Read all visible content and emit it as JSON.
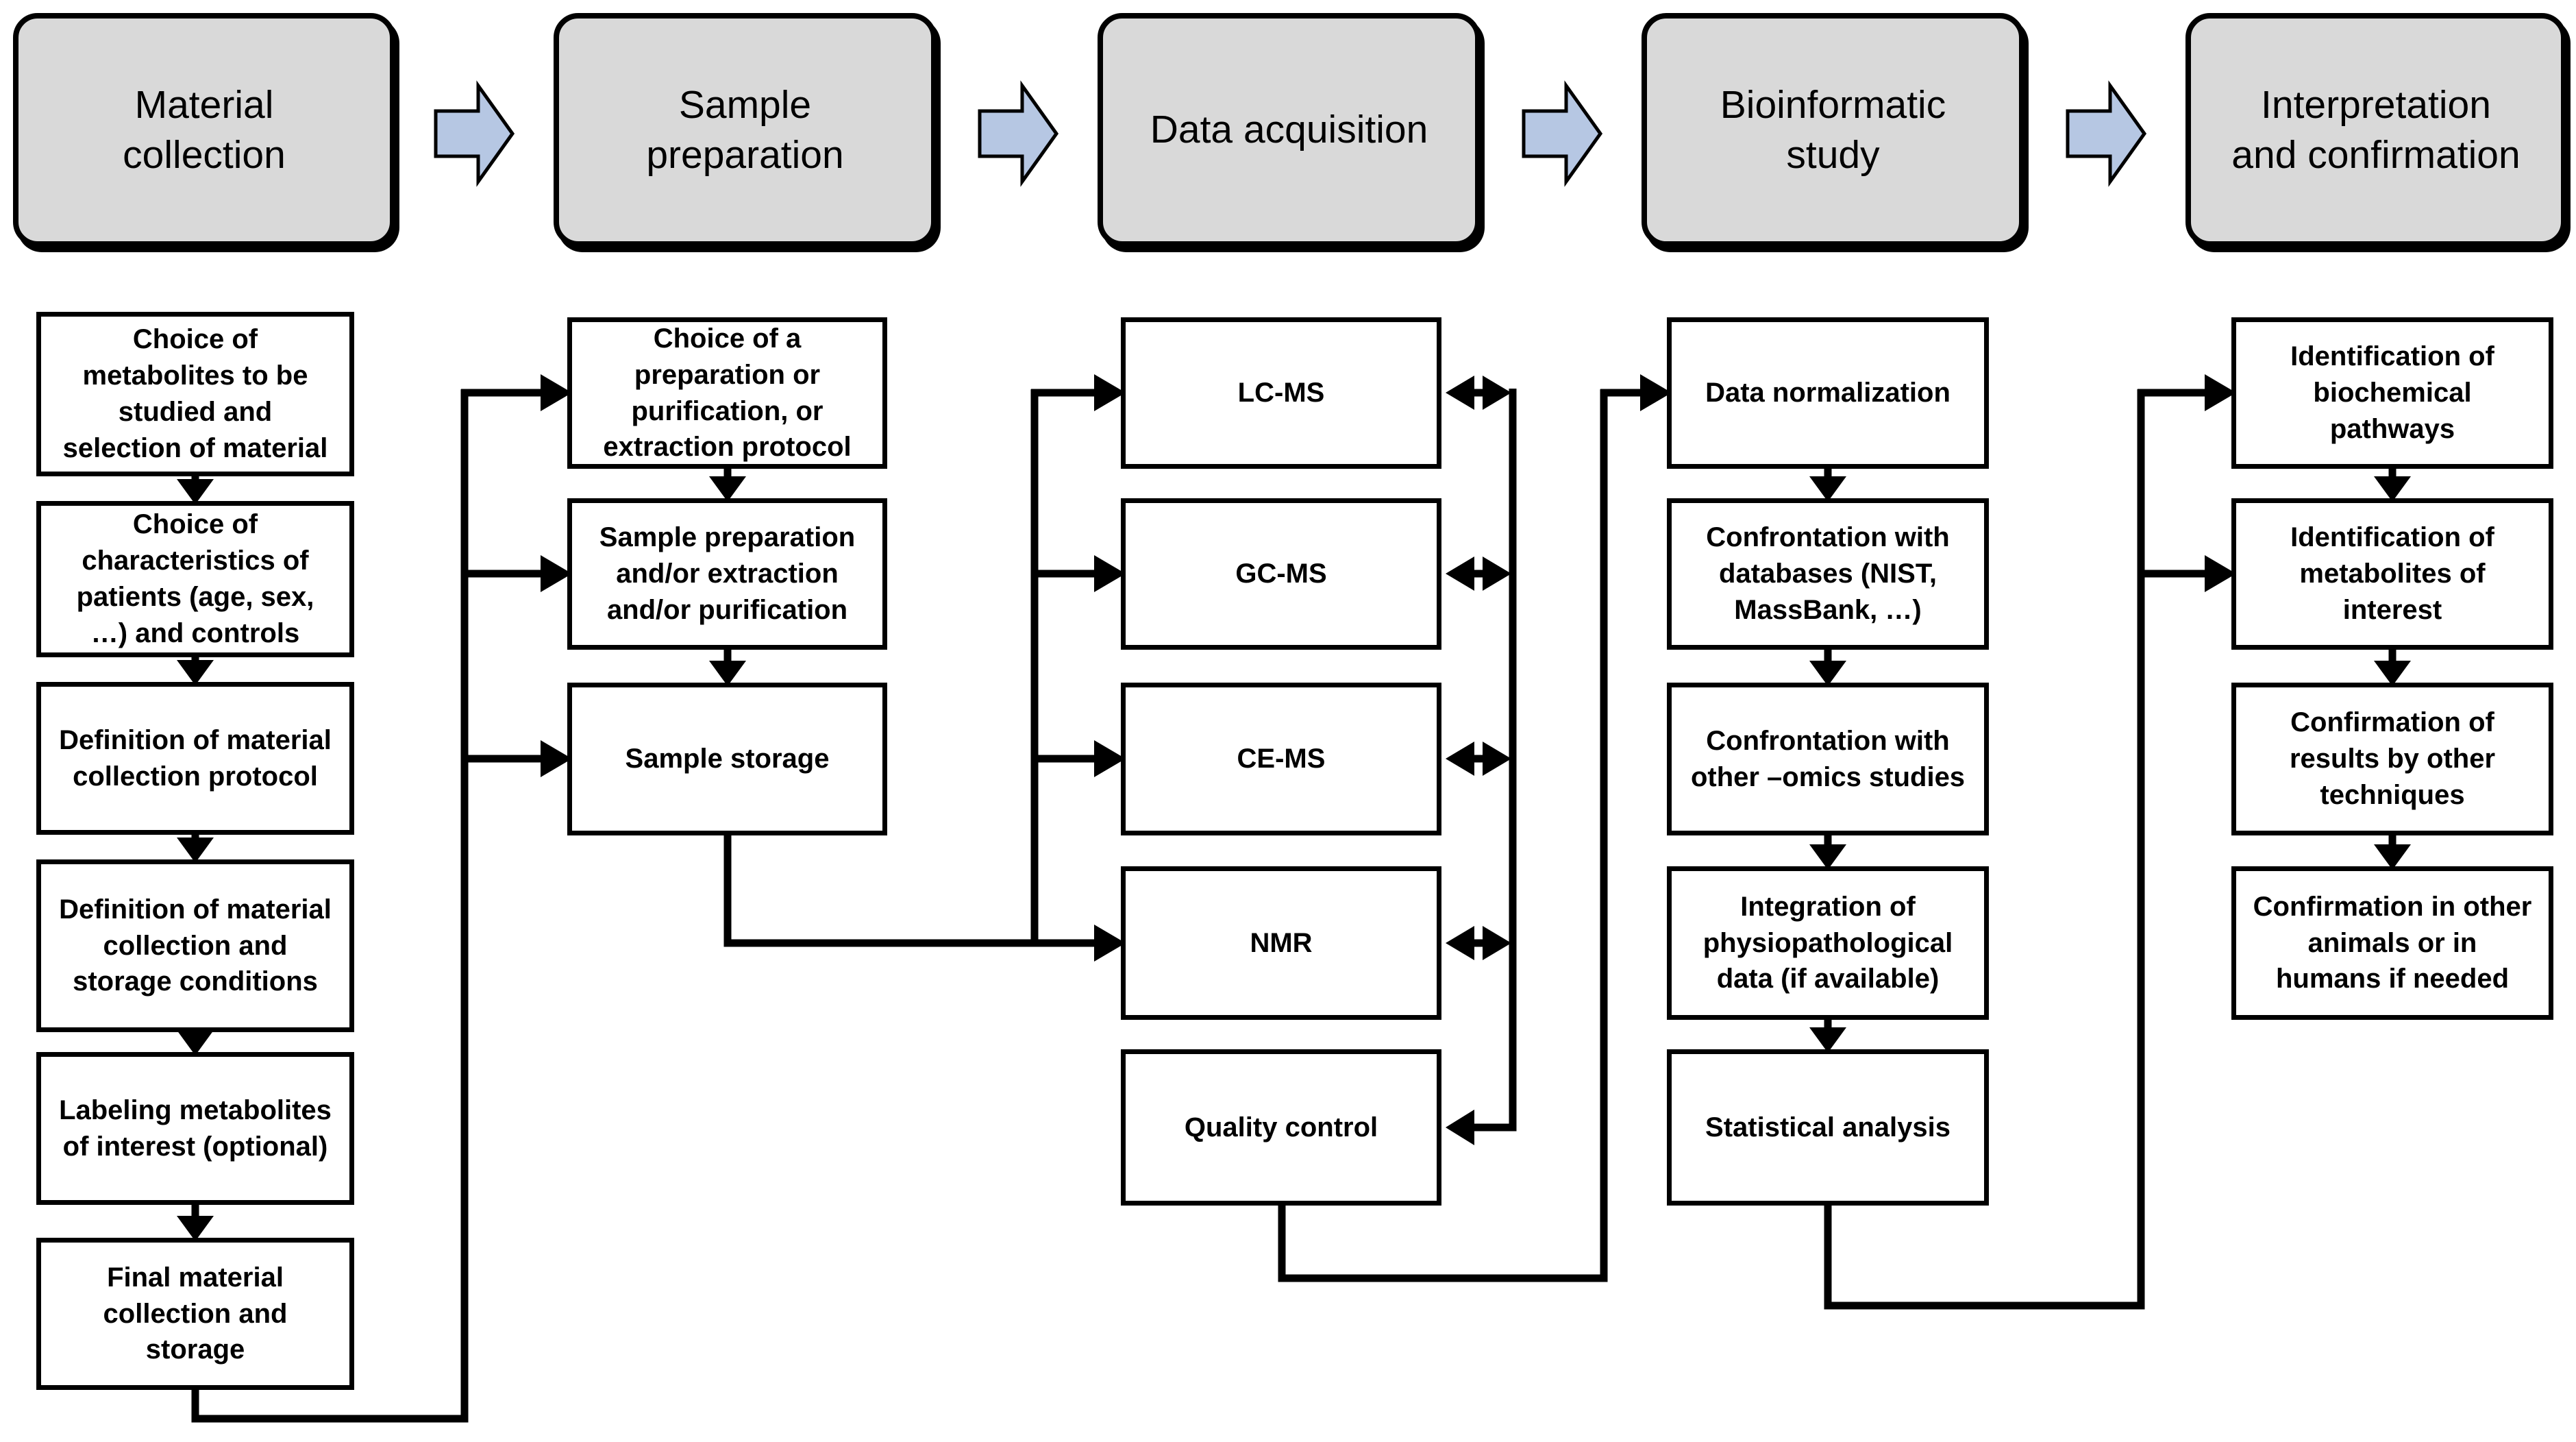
{
  "workflow": [
    {
      "phase": "Material collection",
      "steps": [
        "Choice of metabolites to be studied and selection of material",
        "Choice of characteristics of patients  (age, sex, …) and controls",
        "Definition of material collection protocol",
        "Definition of material collection and storage conditions",
        "Labeling metabolites of interest (optional)",
        "Final material collection and storage"
      ]
    },
    {
      "phase": "Sample preparation",
      "steps": [
        "Choice of a preparation or purification, or extraction protocol",
        "Sample preparation and/or extraction and/or purification",
        "Sample storage"
      ]
    },
    {
      "phase": "Data acquisition",
      "steps": [
        "LC-MS",
        "GC-MS",
        "CE-MS",
        "NMR",
        "Quality control"
      ]
    },
    {
      "phase": "Bioinformatic study",
      "steps": [
        "Data normalization",
        "Confrontation with databases (NIST, MassBank, …)",
        "Confrontation with other –omics studies",
        "Integration of physiopathological data (if available)",
        "Statistical analysis"
      ]
    },
    {
      "phase": "Interpretation and confirmation",
      "steps": [
        "Identification of biochemical pathways",
        "Identification of metabolites of interest",
        "Confirmation of results by other techniques",
        "Confirmation in other animals or in humans if needed"
      ]
    }
  ],
  "colors": {
    "phase_fill": "#d9d9d9",
    "phase_border": "#000000",
    "step_fill": "#ffffff",
    "step_border": "#000000",
    "connector": "#000000",
    "flow_arrow_fill": "#b6c7e3",
    "flow_arrow_border": "#000000"
  }
}
